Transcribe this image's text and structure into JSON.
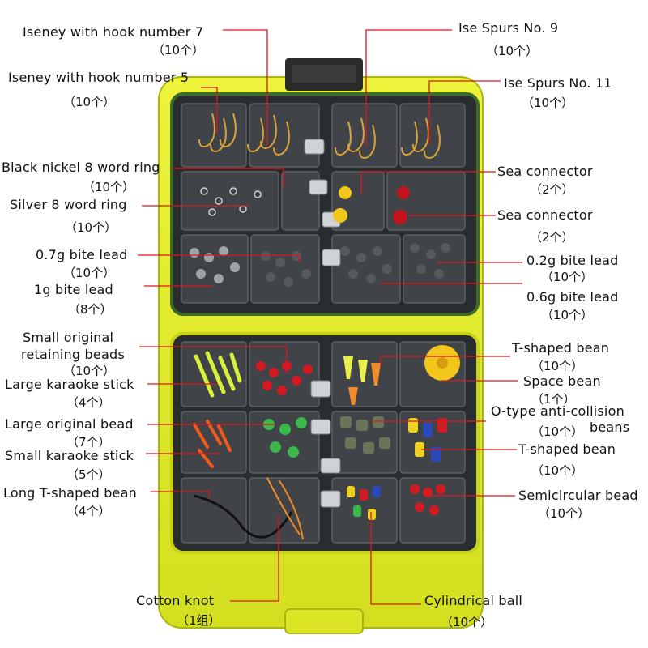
{
  "colors": {
    "case_yellow": "#e4f02a",
    "case_edge": "#b8c41c",
    "tray_dark": "#2a2d30",
    "tray_border": "#3f6b2a",
    "leader_line": "#e0141e"
  },
  "labels": {
    "iseney_hook7": "Iseney with hook number 7",
    "iseney_hook7_count": "（10个）",
    "iseney_hook5": "Iseney with hook number 5",
    "iseney_hook5_count": "（10个）",
    "ise_spurs9": "Ise Spurs No. 9",
    "ise_spurs9_count": "（10个）",
    "ise_spurs11": "Ise Spurs No. 11",
    "ise_spurs11_count": "（10个）",
    "black_ring": "Black nickel 8 word ring",
    "black_ring_count": "（10个）",
    "silver_ring": "Silver 8 word ring",
    "silver_ring_count": "（10个）",
    "sea_connector_a": "Sea connector",
    "sea_connector_a_count": "（2个）",
    "sea_connector_b": "Sea connector",
    "sea_connector_b_count": "（2个）",
    "lead07": "0.7g bite lead",
    "lead07_count": "（10个）",
    "lead1": "1g bite lead",
    "lead1_count": "（8个）",
    "lead02": "0.2g bite lead",
    "lead02_count": "（10个）",
    "lead06": "0.6g bite lead",
    "lead06_count": "（10个）",
    "small_retaining_1": "Small original",
    "small_retaining_2": "retaining beads",
    "small_retaining_count": "（10个）",
    "large_karaoke": "Large karaoke stick",
    "large_karaoke_count": "（4个）",
    "large_bead": "Large original bead",
    "large_bead_count": "（7个）",
    "small_karaoke": "Small karaoke stick",
    "small_karaoke_count": "（5个）",
    "long_t": "Long T-shaped bean",
    "long_t_count": "（4个）",
    "t_bean_a": "T-shaped bean",
    "t_bean_a_count": "（10个）",
    "space_bean": "Space bean",
    "space_bean_count": "（1个）",
    "o_type_1": "O-type anti-collision",
    "o_type_2": "beans",
    "o_type_count": "（10个）",
    "t_bean_b": "T-shaped bean",
    "t_bean_b_count": "（10个）",
    "semicircular": "Semicircular bead",
    "semicircular_count": "（10个）",
    "cotton_knot": "Cotton knot",
    "cotton_knot_count": "（1组）",
    "cylindrical": "Cylindrical ball",
    "cylindrical_count": "（10个）"
  }
}
